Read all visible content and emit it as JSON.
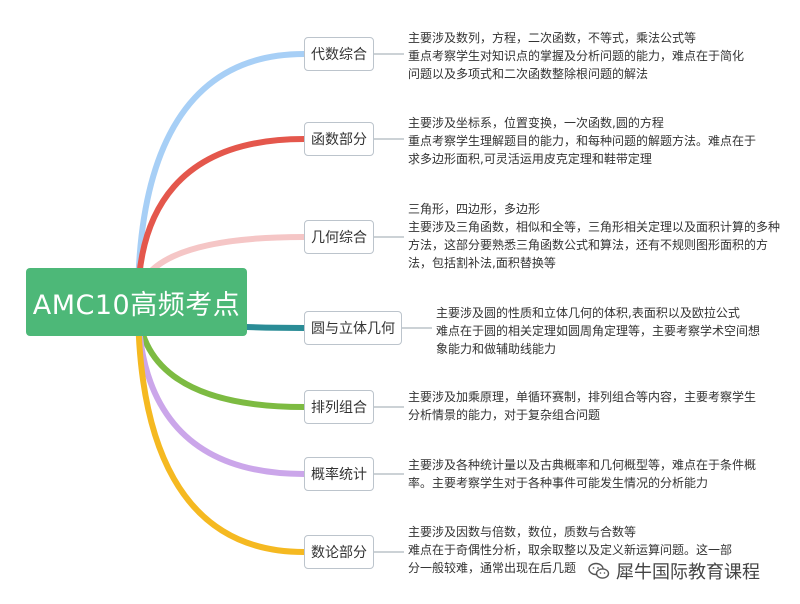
{
  "root": {
    "label": "AMC10高频考点",
    "color": "#4db878"
  },
  "topics": [
    {
      "label": "代数综合",
      "color": "#a7cff6",
      "lines": [
        "主要涉及数列，方程，二次函数，不等式，乘法公式等",
        "重点考察学生对知识点的掌握及分析问题的能力，难点在于简化",
        "问题以及多项式和二次函数整除根问题的解法"
      ]
    },
    {
      "label": "函数部分",
      "color": "#e4574c",
      "lines": [
        "主要涉及坐标系，位置变换，一次函数,圆的方程",
        " 重点考察学生理解题目的能力，和每种问题的解题方法。难点在于",
        "求多边形面积,可灵活运用皮克定理和鞋带定理"
      ]
    },
    {
      "label": "几何综合",
      "color": "#f5c6c6",
      "lines": [
        "三角形，四边形，多边形",
        "主要涉及三角函数，相似和全等，三角形相关定理以及面积计算的多种",
        "方法，这部分要熟悉三角函数公式和算法，还有不规则图形面积的方",
        "法，包括割补法,面积替换等"
      ]
    },
    {
      "label": "圆与立体几何",
      "color": "#2a8c96",
      "lines": [
        "主要涉及圆的性质和立体几何的体积,表面积以及欧拉公式",
        "难点在于圆的相关定理如圆周角定理等，主要考察学术空间想",
        "象能力和做辅助线能力"
      ]
    },
    {
      "label": "排列组合",
      "color": "#7dbb42",
      "lines": [
        "主要涉及加乘原理，单循环赛制，排列组合等内容，主要考察学生",
        "分析情景的能力，对于复杂组合问题"
      ]
    },
    {
      "label": "概率统计",
      "color": "#cba6ea",
      "lines": [
        "主要涉及各种统计量以及古典概率和几何概型等，难点在于条件概",
        "率。主要考察学生对于各种事件可能发生情况的分析能力"
      ]
    },
    {
      "label": "数论部分",
      "color": "#f5b921",
      "lines": [
        "主要涉及因数与倍数，数位，质数与合数等",
        "难点在于奇偶性分析，取余取整以及定义新运算问题。这一部",
        "分一般较难，通常出现在后几题"
      ]
    }
  ],
  "watermark": {
    "text": "犀牛国际教育课程",
    "icon": "wechat-icon"
  }
}
